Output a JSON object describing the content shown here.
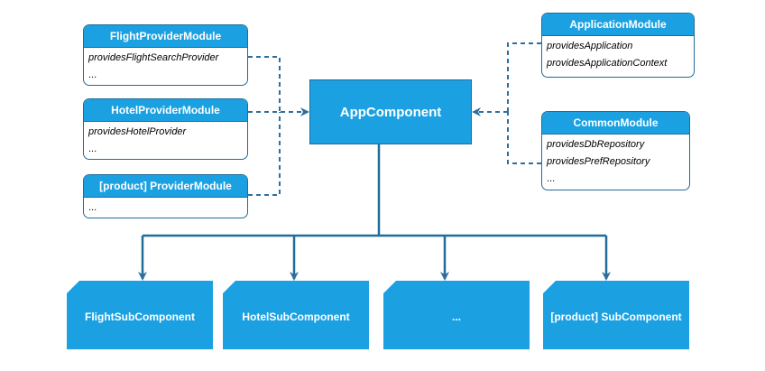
{
  "app_component": {
    "label": "AppComponent"
  },
  "left_modules": [
    {
      "title": "FlightProviderModule",
      "rows": [
        "providesFlightSearchProvider",
        "..."
      ]
    },
    {
      "title": "HotelProviderModule",
      "rows": [
        "providesHotelProvider",
        "..."
      ]
    },
    {
      "title": "[product] ProviderModule",
      "rows": [
        "..."
      ]
    }
  ],
  "right_modules": [
    {
      "title": "ApplicationModule",
      "rows": [
        "providesApplication",
        "providesApplicationContext"
      ]
    },
    {
      "title": "CommonModule",
      "rows": [
        "providesDbRepository",
        "providesPrefRepository",
        "..."
      ]
    }
  ],
  "subcomponents": [
    {
      "label": "FlightSubComponent"
    },
    {
      "label": "HotelSubComponent"
    },
    {
      "label": "..."
    },
    {
      "label": "[product] SubComponent"
    }
  ],
  "colors": {
    "fill": "#1ba1e2",
    "stroke": "#1f6d99",
    "connector": "#2e6e9e"
  }
}
